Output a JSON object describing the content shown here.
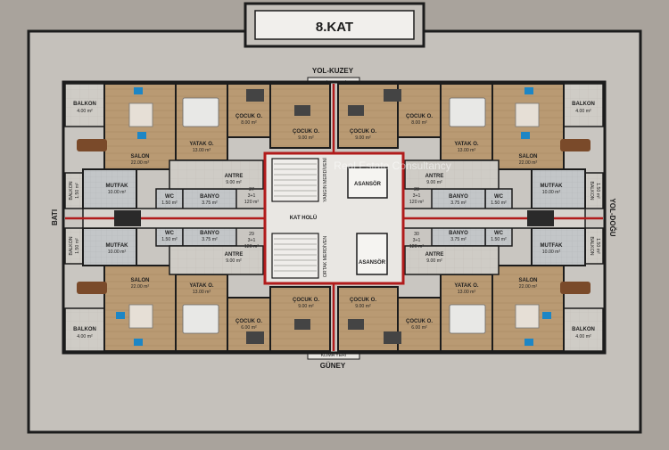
{
  "floor_title": "8.KAT",
  "directions": {
    "north": "YOL-KUZEY",
    "south": "GÜNEY",
    "west": "BATI",
    "east": "YOL-DOĞU"
  },
  "klima_yeri": "KLİMA YERİ",
  "watermark": "Real Estate Consultancy",
  "core": {
    "kat_holu": "KAT HOLÜ",
    "asansor": "ASANSÖR",
    "yangin_merdiveni": "YANGIN MERDİVENİ",
    "ortak_merdiven": "ORTAK MERDİVEN"
  },
  "rooms": {
    "balkon": "BALKON",
    "balkon_area_large": "4.00 m²",
    "balkon_area_small": "1.50 m²",
    "salon": "SALON",
    "salon_area": "22.00 m²",
    "yatak": "YATAK O.",
    "yatak_area": "13.00 m²",
    "cocuk": "ÇOCUK O.",
    "cocuk_area_a": "8.00 m²",
    "cocuk_area_b": "9.00 m²",
    "cocuk_area_c": "6.00 m²",
    "mutfak": "MUTFAK",
    "mutfak_area": "10.00 m²",
    "antre": "ANTRE",
    "antre_area": "9.00 m²",
    "wc": "WC",
    "wc_area": "1.50 m²",
    "banyo": "BANYO",
    "banyo_area": "3.75 m²"
  },
  "units": [
    {
      "no": "27",
      "type": "3+1",
      "area": "120 m²"
    },
    {
      "no": "28",
      "type": "3+1",
      "area": "120 m²"
    },
    {
      "no": "29",
      "type": "3+1",
      "area": "120 m²"
    },
    {
      "no": "30",
      "type": "3+1",
      "area": "120 m²"
    }
  ],
  "colors": {
    "wall": "#1c1c1c",
    "living_floor": "#b99a73",
    "wet_floor": "#c3c6c8",
    "corridor": "#c9c6c1",
    "accent_line": "#b11b1b",
    "balcony": "#d2d0cc"
  }
}
